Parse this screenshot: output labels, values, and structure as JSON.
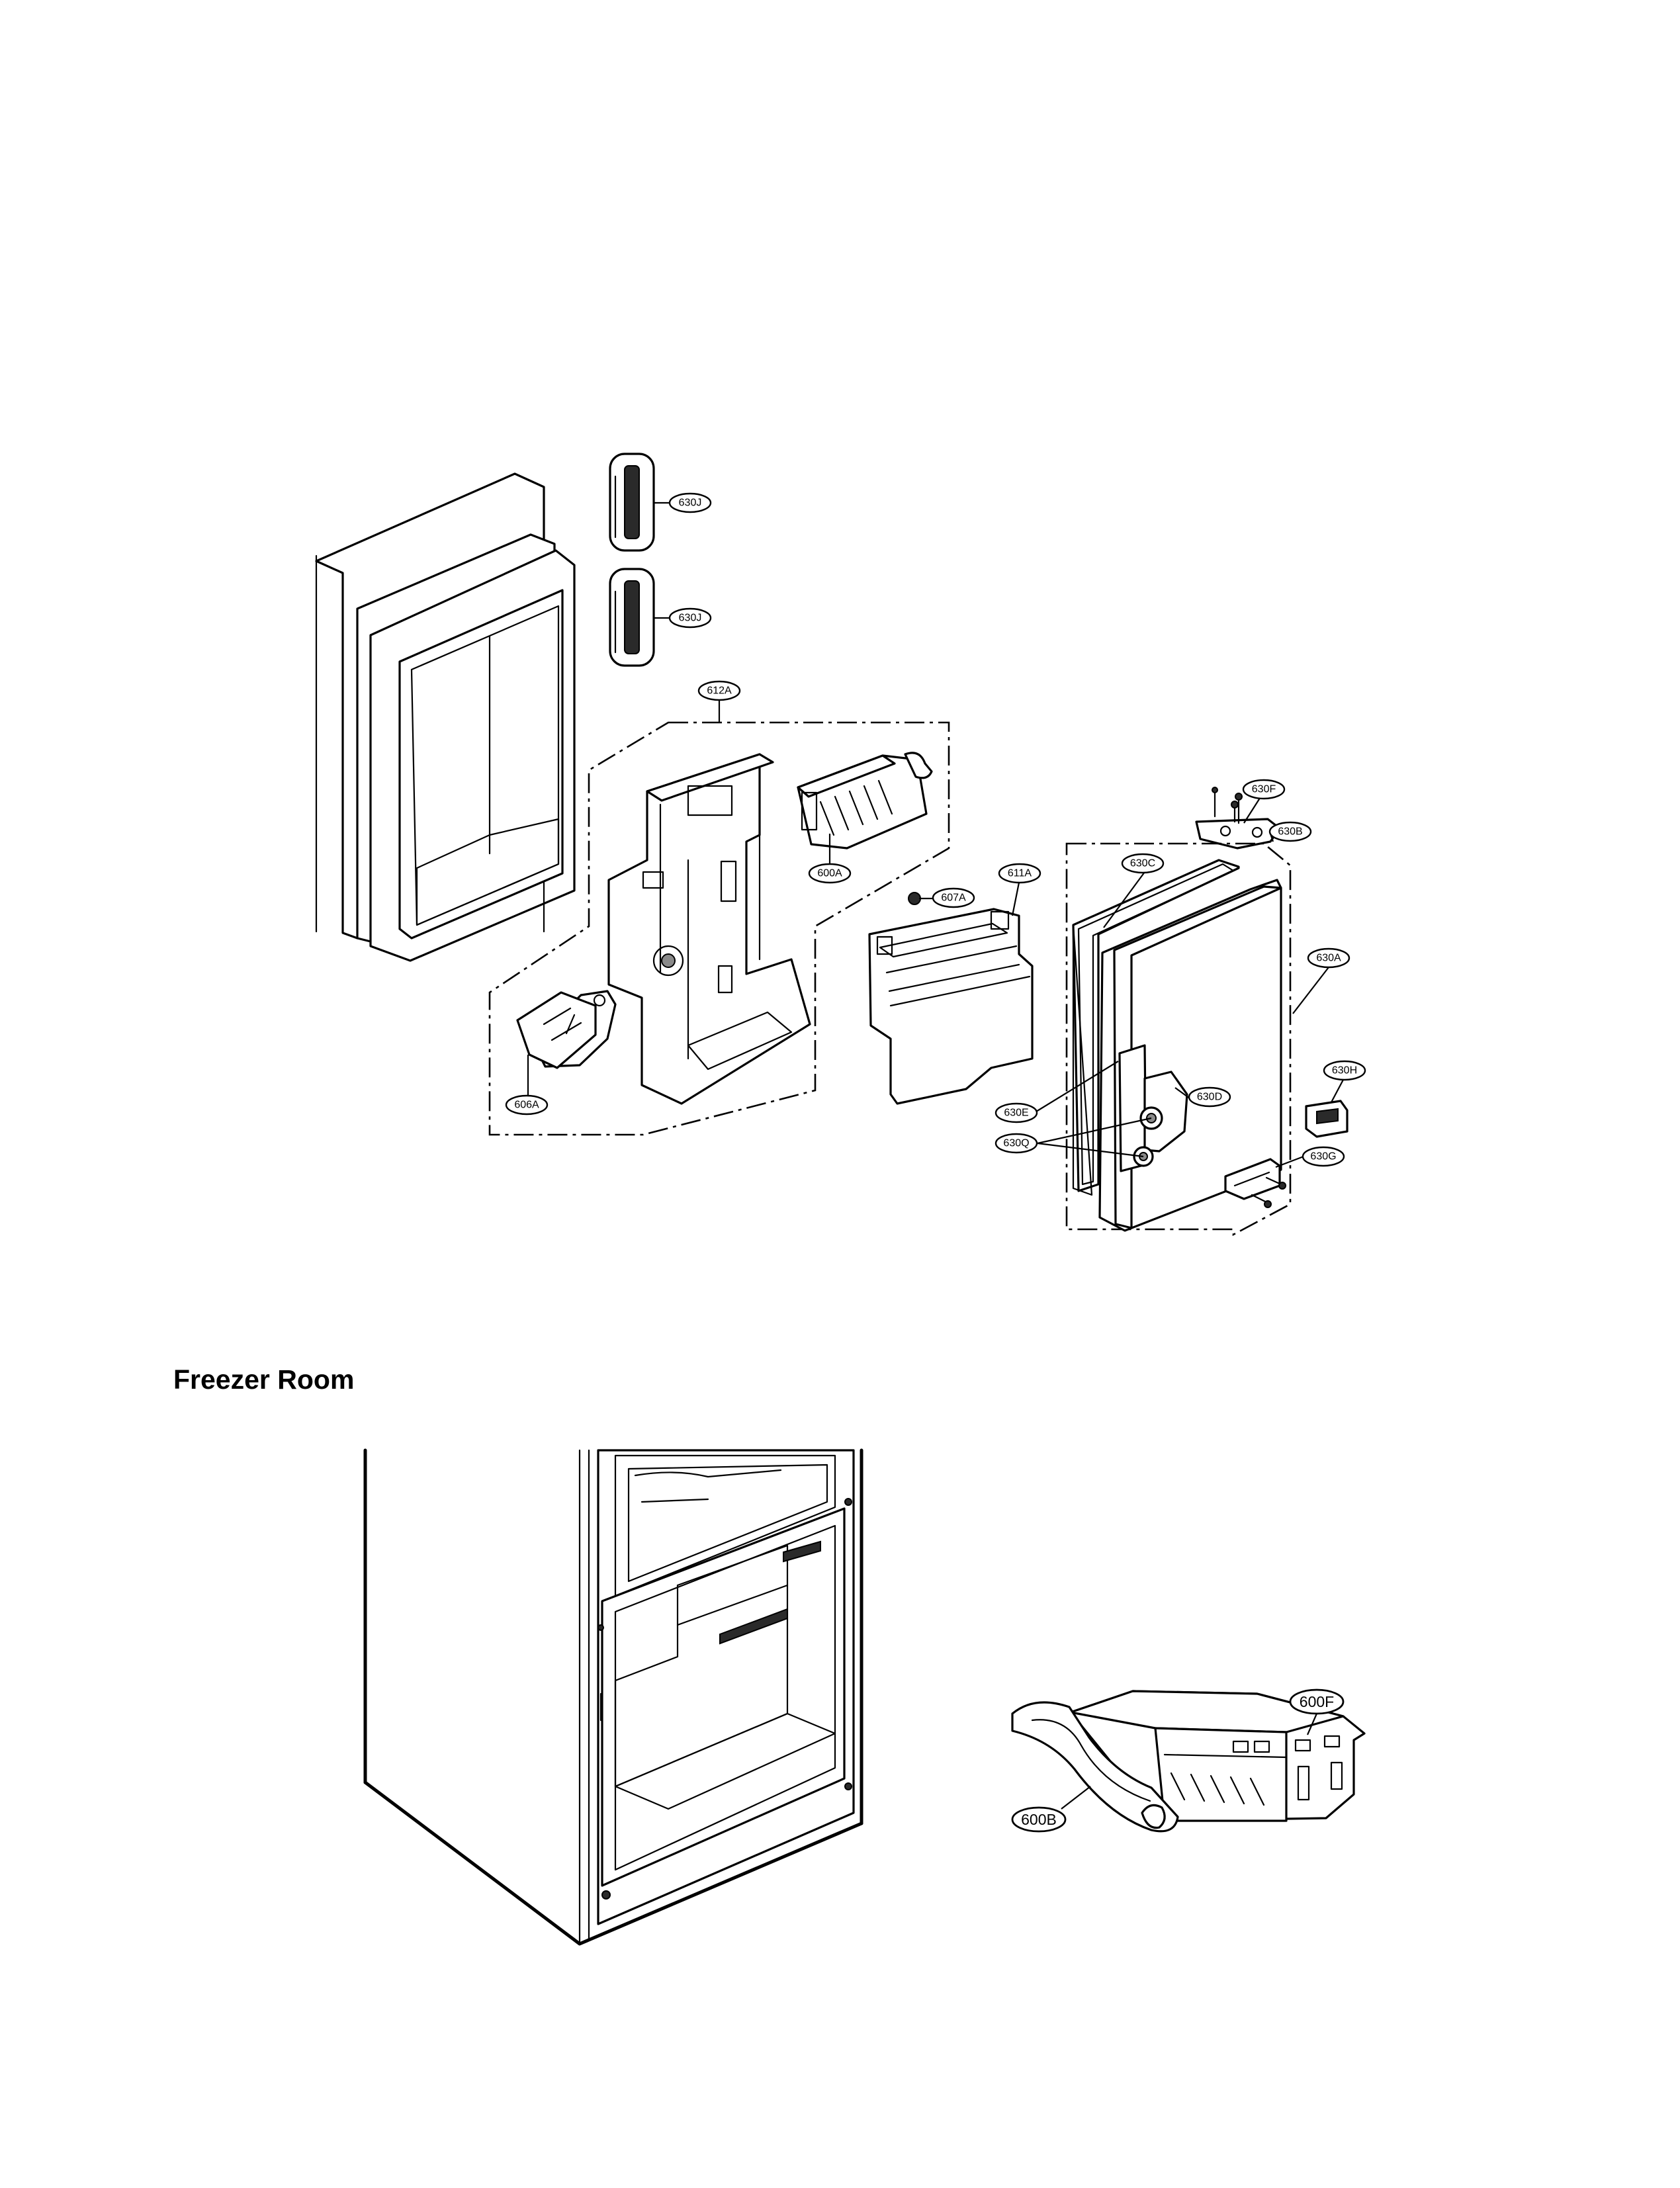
{
  "section_title": "Freezer Room",
  "callouts": {
    "c630J_a": "630J",
    "c630J_b": "630J",
    "c612A": "612A",
    "c600A": "600A",
    "c607A": "607A",
    "c611A": "611A",
    "c630F": "630F",
    "c630B": "630B",
    "c630C": "630C",
    "c630A": "630A",
    "c606A": "606A",
    "c630H": "630H",
    "c630E": "630E",
    "c630D": "630D",
    "c630Q": "630Q",
    "c630G": "630G",
    "c600F": "600F",
    "c600B": "600B"
  }
}
